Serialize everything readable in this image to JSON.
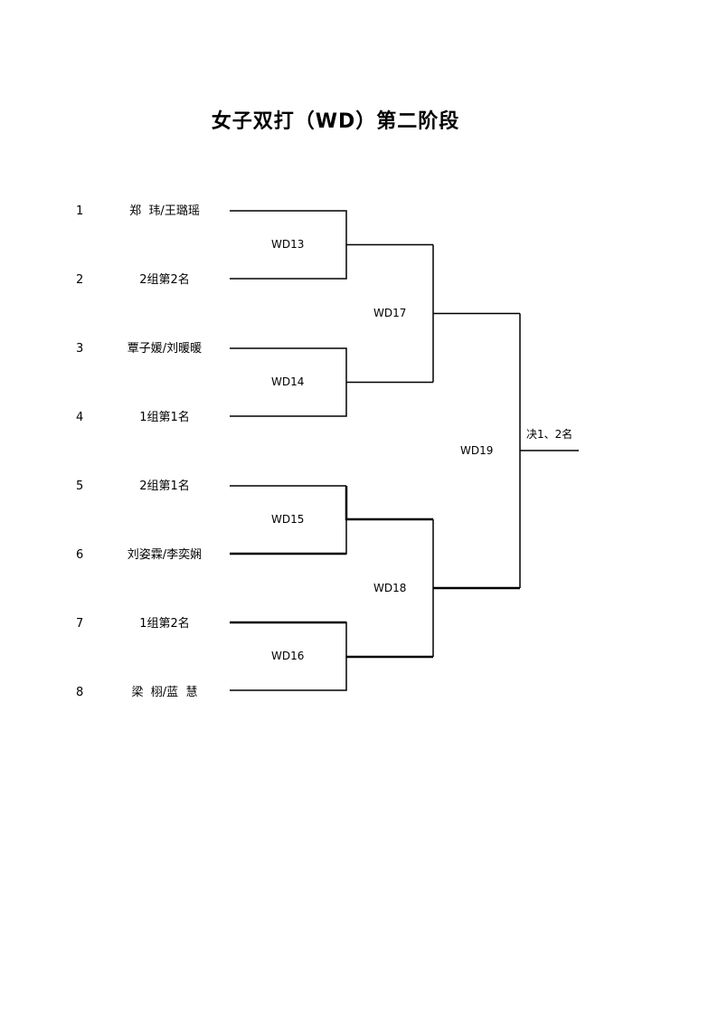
{
  "title": "女子双打（WD）第二阶段",
  "entries": [
    {
      "seed": "1",
      "name": "郑  玮/王璐瑶"
    },
    {
      "seed": "2",
      "name": "2组第2名"
    },
    {
      "seed": "3",
      "name": "覃子媛/刘暖暖"
    },
    {
      "seed": "4",
      "name": "1组第1名"
    },
    {
      "seed": "5",
      "name": "2组第1名"
    },
    {
      "seed": "6",
      "name": "刘姿霖/李奕娴"
    },
    {
      "seed": "7",
      "name": "1组第2名"
    },
    {
      "seed": "8",
      "name": "梁  栩/蓝  慧"
    }
  ],
  "matches": {
    "wd13": "WD13",
    "wd14": "WD14",
    "wd15": "WD15",
    "wd16": "WD16",
    "wd17": "WD17",
    "wd18": "WD18",
    "wd19": "WD19"
  },
  "final_label": "决1、2名",
  "line_color": "#000000"
}
